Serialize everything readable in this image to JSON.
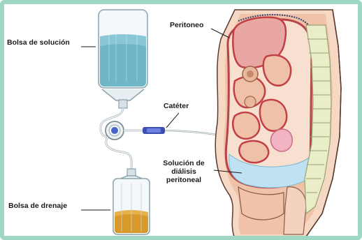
{
  "labels": {
    "solution_bag": "Bolsa de solución",
    "drain_bag": "Bolsa de drenaje",
    "catheter": "Catéter",
    "peritoneum": "Peritoneo",
    "dialysis_solution": [
      "Solución de",
      "diálisis",
      "peritoneal"
    ]
  },
  "colors": {
    "frame": "#9fd6c4",
    "solution_fluid": "#6fb6c8",
    "drain_fluid": "#d99a2b",
    "tissue_pink": "#f3c9b4",
    "organ_red": "#c9474a",
    "dialysate_blue": "#bfe2f2",
    "spine": "#e9edc8",
    "catheter_clip": "#3a4fb0"
  }
}
